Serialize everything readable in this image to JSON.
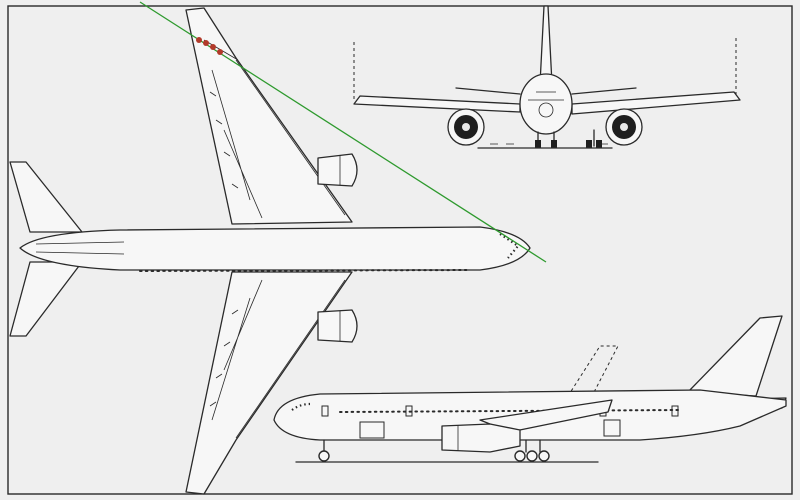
{
  "colors": {
    "background": "#efefef",
    "ink": "#2a2a2a",
    "sight_line": "#2e9a2e",
    "marker": "#b23a2a"
  },
  "views": [
    "top-view",
    "front-view",
    "side-view"
  ]
}
